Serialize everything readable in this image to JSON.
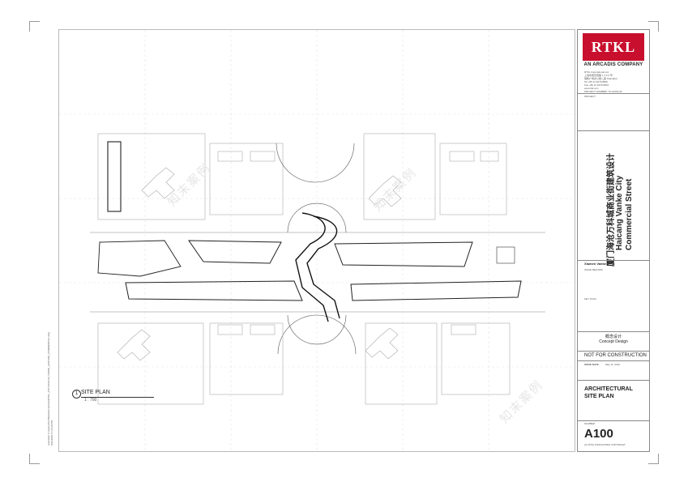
{
  "firm": {
    "logo": "RTKL",
    "subtitle": "AN ARCADIS COMPANY",
    "address_lines": [
      "RTKL International Ltd.",
      "上海市南京西路 1 2 6 6 号",
      "恒隆广场办公楼二座 Shanghai",
      "Tel +86 21 6279 8800",
      "Fax +86 21 6279 8801",
      "www.rtkl.com",
      "PROJECT NUMBER: 70-12034-00"
    ]
  },
  "project": {
    "field_label": "PROJECT",
    "title_cn": "厦门海沧万科城商业街建筑设计",
    "title_en_line1": "Haicang Vanke City",
    "title_en_line2": "Commercial Street",
    "client": "Xiamen Vanke",
    "client_sub": "ISSUE RECORD",
    "key_plan": "KEY PLAN"
  },
  "phase": {
    "cn": "概念设计",
    "en": "Concept Design",
    "status": "NOT FOR CONSTRUCTION",
    "issue_label": "ISSUE DATE",
    "issue_date": "May 11, 2010"
  },
  "sheet": {
    "title_line1": "ARCHITECTURAL",
    "title_line2": "SITE PLAN",
    "number_label": "NUMBER",
    "number": "A100",
    "copyright": "(C) RTKL ASSOCIATES COPYRIGHT"
  },
  "drawing": {
    "number": "1",
    "title": "SITE PLAN",
    "scale": "1 : 700"
  },
  "file_path": "Autodesk: C:\\Users\\ArchBase\\Documents\\RTKL_070-12034-00_VANKE_HAICANG_COMMERCIAL.dwg 5/11/2010 17:14:25 PM",
  "watermark": "知末案例",
  "colors": {
    "brand": "#c8102e"
  }
}
